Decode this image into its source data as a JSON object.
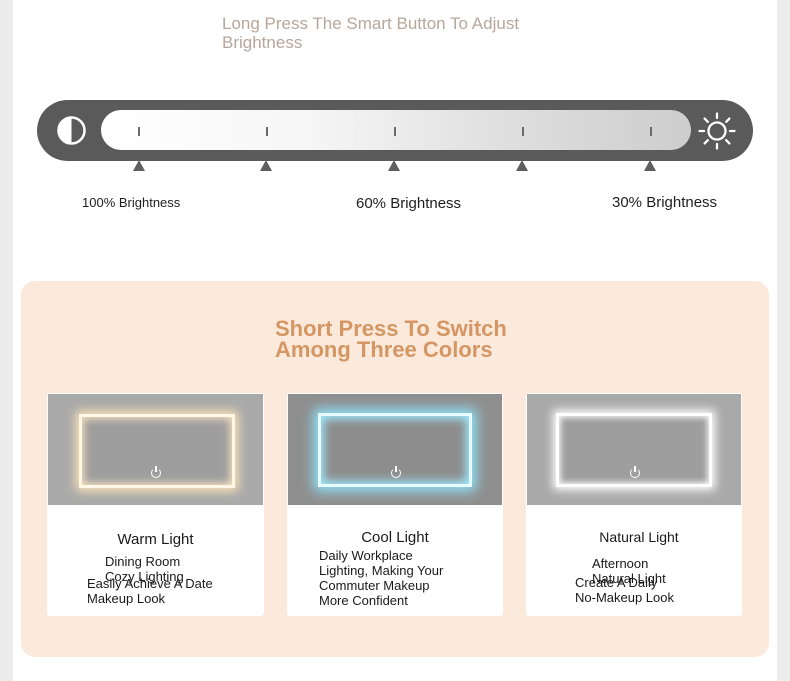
{
  "header": {
    "line1": "Long Press The Smart Button To Adjust",
    "line2": "Brightness"
  },
  "brightness_bar": {
    "left_icon": "contrast-half-moon-icon",
    "right_icon": "sun-icon",
    "levels": [
      "100% Brightness",
      "60% Brightness",
      "30% Brightness"
    ]
  },
  "switch_section": {
    "line1": "Short Press To Switch",
    "line2": "Among Three Colors"
  },
  "cards": [
    {
      "title": "Warm Light",
      "desc_lines": [
        "Dining Room",
        "Cozy Lighting",
        "Easily Achieve A Date",
        "Makeup Look"
      ]
    },
    {
      "title": "Cool Light",
      "desc_lines": [
        "Daily Workplace",
        "Lighting, Making Your",
        "Commuter Makeup",
        "More Confident"
      ]
    },
    {
      "title": "Natural Light",
      "desc_lines": [
        "Afternoon",
        "Natural Light",
        "Create A Daily",
        "No-Makeup Look"
      ]
    }
  ],
  "colors": {
    "bar_bg": "#5a5a5a",
    "panel_bg": "#fbe9dc",
    "accent": "#d49663",
    "header_text": "#b7a79a"
  }
}
